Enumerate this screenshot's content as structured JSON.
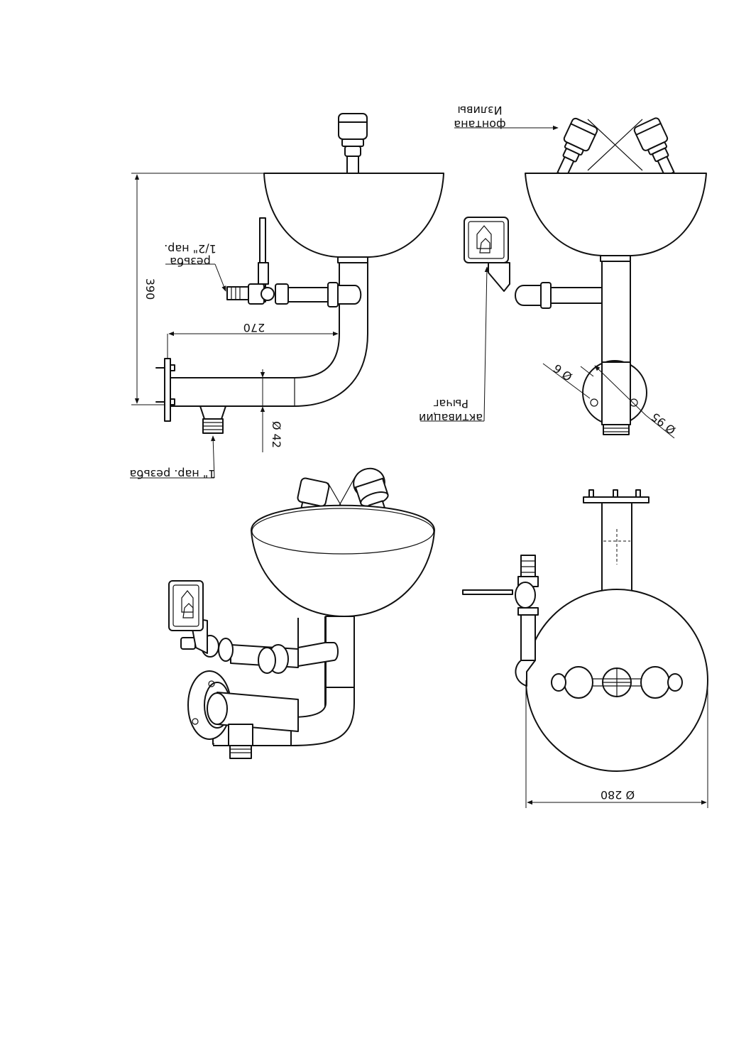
{
  "annotations": {
    "thread_half_inch_line1": "1/2\" нар.",
    "thread_half_inch_line2": "резьба",
    "thread_one_inch": "1\" нар. резьба",
    "nozzles_line1": "Изливы",
    "nozzles_line2": "фонтана",
    "lever_line1": "Рычаг",
    "lever_line2": "активации"
  },
  "dimensions": {
    "height": "390",
    "length": "270",
    "pipe_diameter": "Ø 42",
    "hole_diameter": "Ø 6",
    "flange_diameter": "Ø 95",
    "bowl_diameter": "Ø 280"
  }
}
